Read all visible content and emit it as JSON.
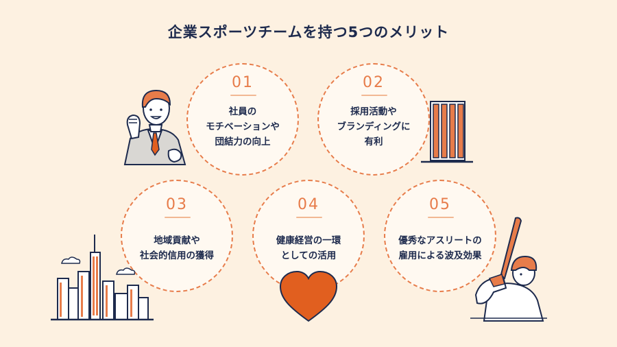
{
  "title": "企業スポーツチームを持つ5つのメリット",
  "items": [
    {
      "num": "01",
      "lines": [
        "社員の",
        "モチベーションや",
        "団結力の向上"
      ]
    },
    {
      "num": "02",
      "lines": [
        "採用活動や",
        "ブランディングに",
        "有利"
      ]
    },
    {
      "num": "03",
      "lines": [
        "地域貢献や",
        "社会的信用の獲得"
      ]
    },
    {
      "num": "04",
      "lines": [
        "健康経営の一環",
        "としての活用"
      ]
    },
    {
      "num": "05",
      "lines": [
        "優秀なアスリートの",
        "雇用による波及効果"
      ]
    }
  ],
  "colors": {
    "accent": "#e77c4a",
    "text": "#1d2a4d",
    "background": "#fdf1e1"
  }
}
